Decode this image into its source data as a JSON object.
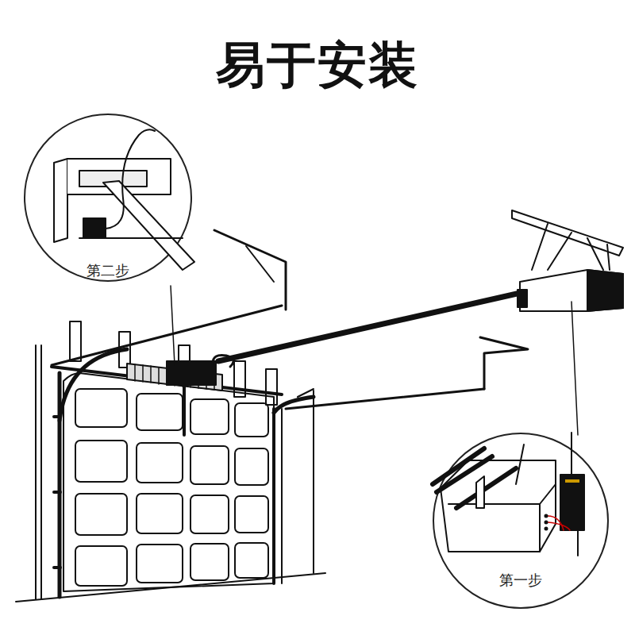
{
  "diagram": {
    "title": "易于安装",
    "nodes": [
      {
        "text": [
          "第二步"
        ]
      },
      {
        "text": [
          "第一步"
        ]
      }
    ]
  }
}
